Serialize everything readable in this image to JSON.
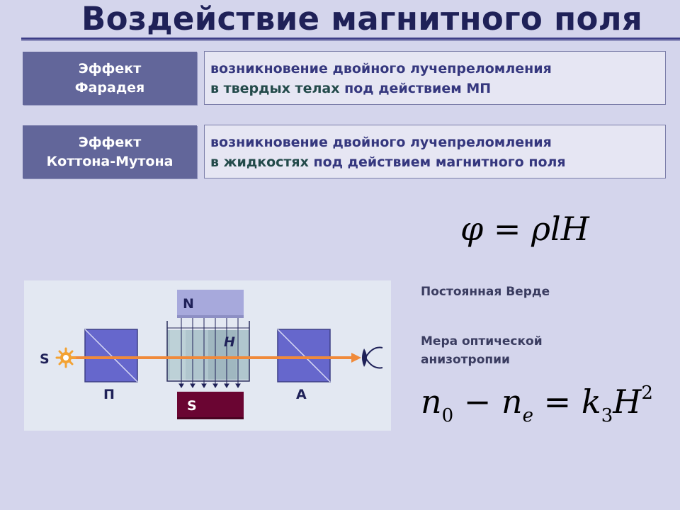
{
  "title": "Воздействие магнитного поля",
  "effects": [
    {
      "label_line1": "Эффект",
      "label_line2": "Фарадея",
      "desc_line1": "возникновение двойного лучепреломления",
      "desc_highlight": "в твердых телах",
      "desc_rest": " под действием МП"
    },
    {
      "label_line1": "Эффект",
      "label_line2": "Коттона-Мутона",
      "desc_line1": "возникновение двойного лучепреломления",
      "desc_highlight": "в жидкостях",
      "desc_rest": " под действием магнитного поля"
    }
  ],
  "formula1": "φ = ρlH",
  "verdet_label": "Постоянная Верде",
  "measure_label_line1": "Мера оптической",
  "measure_label_line2": "анизотропии",
  "formula2": {
    "n": "n",
    "sub0": "0",
    "minus": " − ",
    "sube": "e",
    "eq": " = ",
    "k": "k",
    "sub3": "3",
    "H": "H",
    "sup2": "2"
  },
  "diagram": {
    "source_label": "S",
    "polarizer_label": "П",
    "analyzer_label": "А",
    "north_label": "N",
    "south_label": "S",
    "field_label": "H",
    "colors": {
      "background": "#e3e8f2",
      "prism": "#6667cc",
      "north_pole": "#a7a9dc",
      "south_pole": "#6a0532",
      "beam": "#f08a3b",
      "source": "#f3a233"
    }
  }
}
